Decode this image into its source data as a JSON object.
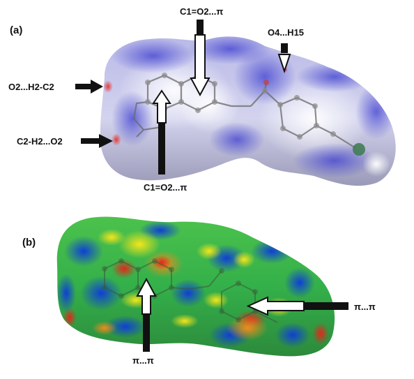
{
  "panels": [
    {
      "label": "(a)",
      "annotations": [
        "C1=O2...π",
        "O4...H15",
        "O2...H2-C2",
        "C2-H2...O2",
        "C1=O2...π"
      ]
    },
    {
      "label": "(b)",
      "annotations": [
        "π...π",
        "π...π"
      ]
    }
  ],
  "colors": {
    "dnorm_blue": "#5a5ad8",
    "dnorm_white": "#f4f4fb",
    "dnorm_red": "#e53a3a",
    "shape_index_blue": "#1a4fd8",
    "shape_index_green": "#3cc23a",
    "shape_index_yellow": "#f2e21c",
    "shape_index_red": "#e4321e"
  }
}
